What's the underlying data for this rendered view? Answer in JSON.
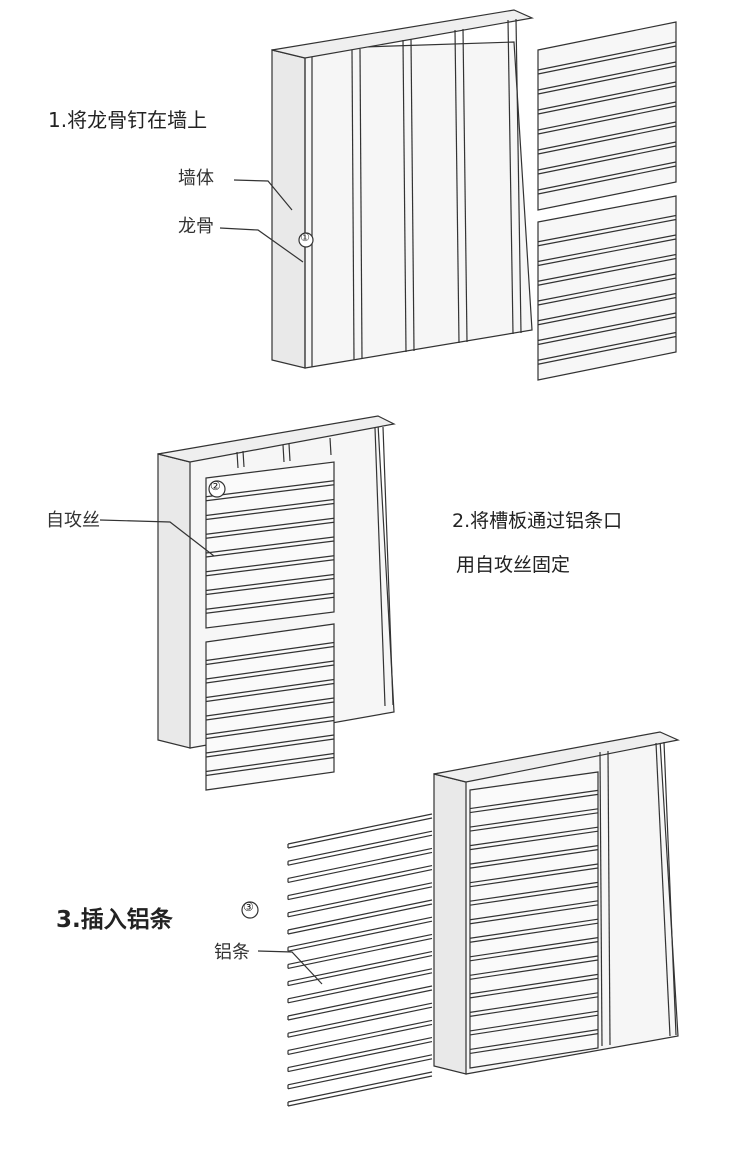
{
  "steps": {
    "step1": {
      "title": "1.将龙骨钉在墙上",
      "labels": {
        "wall": "墙体",
        "keel": "龙骨"
      },
      "marker": "①"
    },
    "step2": {
      "title_line1": "2.将槽板通过铝条口",
      "title_line2": "用自攻丝固定",
      "labels": {
        "screw": "自攻丝"
      },
      "marker": "②"
    },
    "step3": {
      "title": "3.插入铝条",
      "labels": {
        "aluminum_strip": "铝条"
      },
      "marker": "③"
    }
  },
  "colors": {
    "line": "#333333",
    "fill_light": "#f4f4f4",
    "fill_side": "#e6e6e6",
    "background": "#ffffff"
  }
}
